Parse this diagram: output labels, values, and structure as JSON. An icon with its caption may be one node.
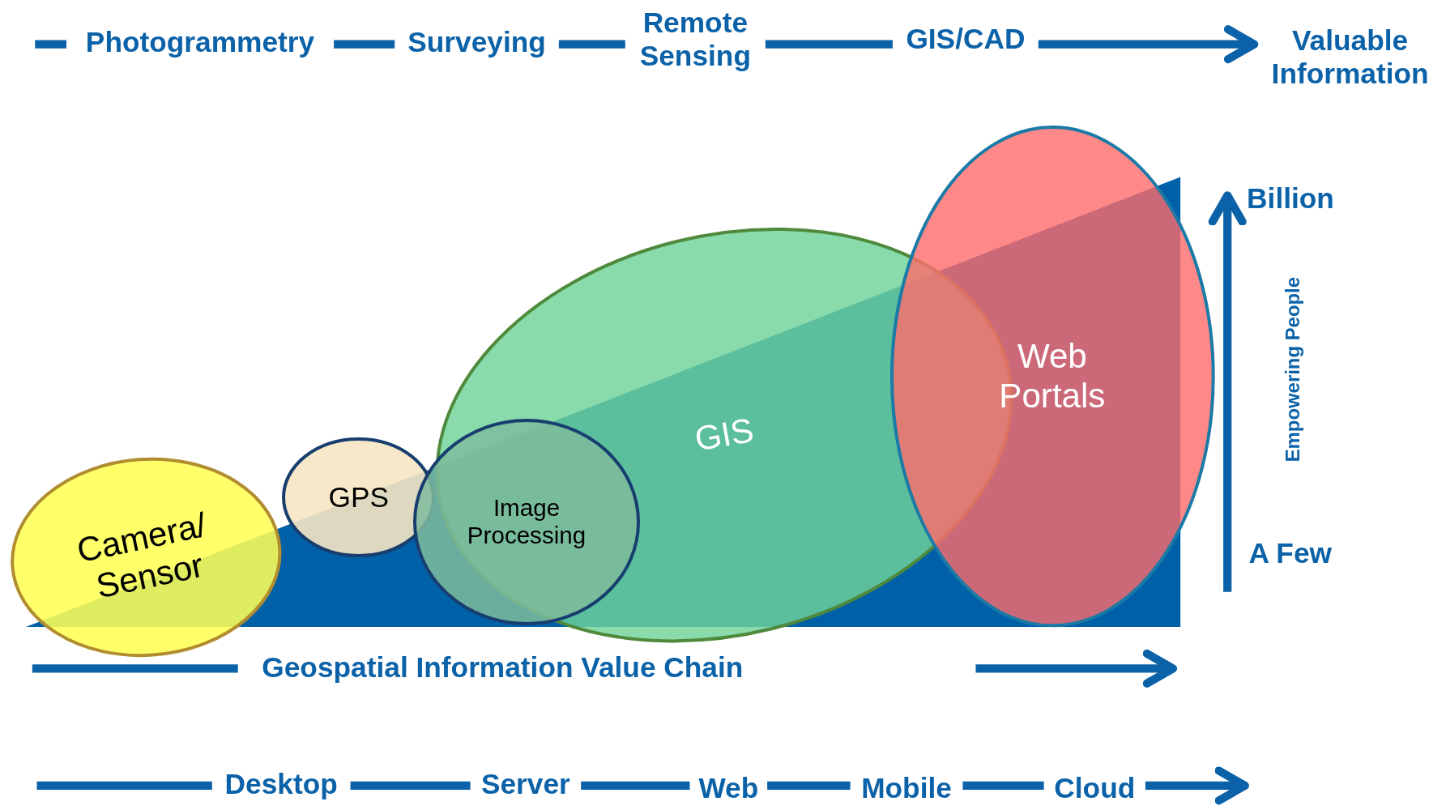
{
  "diagram": {
    "nodes": [
      {
        "text": [
          "Photogrammetry"
        ]
      },
      {
        "text": [
          "Surveying"
        ]
      },
      {
        "text": [
          "Remote Sensing"
        ]
      },
      {
        "text": [
          "GIS/CAD"
        ]
      },
      {
        "text": [
          "Valuable Information"
        ]
      },
      {
        "text": [
          "Camera/ Sensor"
        ]
      },
      {
        "text": [
          "GPS"
        ]
      },
      {
        "text": [
          "Image Processing"
        ]
      },
      {
        "text": [
          "GIS"
        ]
      },
      {
        "text": [
          "Web Portals"
        ]
      },
      {
        "text": [
          "Desktop"
        ]
      },
      {
        "text": [
          "Server"
        ]
      },
      {
        "text": [
          "Web"
        ]
      },
      {
        "text": [
          "Mobile"
        ]
      },
      {
        "text": [
          "Cloud"
        ]
      }
    ],
    "edges": [
      {
        "from": null,
        "to": 0,
        "arrow": "none"
      },
      {
        "from": 0,
        "to": 1,
        "arrow": "none"
      },
      {
        "from": 1,
        "to": 2,
        "arrow": "none"
      },
      {
        "from": 2,
        "to": 3,
        "arrow": "none"
      },
      {
        "from": 3,
        "to": 4,
        "arrow": "to"
      },
      {
        "from": null,
        "to": 10,
        "arrow": "none"
      },
      {
        "from": 10,
        "to": 11,
        "arrow": "none"
      },
      {
        "from": 11,
        "to": 12,
        "arrow": "none"
      },
      {
        "from": 12,
        "to": 13,
        "arrow": "none"
      },
      {
        "from": 13,
        "to": 14,
        "arrow": "none"
      },
      {
        "from": 14,
        "to": null,
        "arrow": "to"
      }
    ],
    "labels": [
      "Billion",
      "Empowering People",
      "A Few",
      "Geospatial Information Value Chain"
    ]
  }
}
